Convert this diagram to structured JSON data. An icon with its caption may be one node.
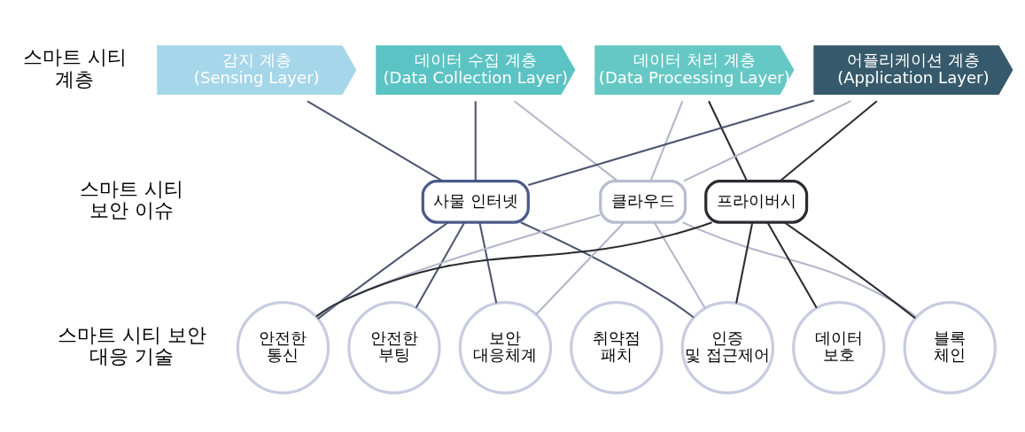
{
  "diagram": {
    "nodes": [
      {
        "text": [
          "감지 계층",
          "(Sensing Layer)"
        ]
      },
      {
        "text": [
          "데이터 수집 계층",
          "(Data Collection Layer)"
        ]
      },
      {
        "text": [
          "데이터 처리 계층",
          "(Data Processing Layer)"
        ]
      },
      {
        "text": [
          "어플리케이션 계층",
          "(Application Layer)"
        ]
      },
      {
        "text": [
          "사물 인터넷"
        ]
      },
      {
        "text": [
          "클라우드"
        ]
      },
      {
        "text": [
          "프라이버시"
        ]
      },
      {
        "text": [
          "안전한 통신"
        ]
      },
      {
        "text": [
          "안전한 부팅"
        ]
      },
      {
        "text": [
          "보안 대응체계"
        ]
      },
      {
        "text": [
          "취약점 패치"
        ]
      },
      {
        "text": [
          "인증 및 접근제어"
        ]
      },
      {
        "text": [
          "데이터 보호"
        ]
      },
      {
        "text": [
          "블록 체인"
        ]
      }
    ],
    "edges": [
      {
        "from": 0,
        "to": 4,
        "arrow": "none"
      },
      {
        "from": 1,
        "to": 4,
        "arrow": "none"
      },
      {
        "from": 1,
        "to": 5,
        "arrow": "none",
        "color": "#b3b6c8"
      },
      {
        "from": 2,
        "to": 5,
        "arrow": "none",
        "color": "#b3b6c8"
      },
      {
        "from": 2,
        "to": 6,
        "arrow": "none",
        "color": "#2b2b33"
      },
      {
        "from": 3,
        "to": 4,
        "arrow": "none"
      },
      {
        "from": 3,
        "to": 5,
        "arrow": "none",
        "color": "#b3b6c8"
      },
      {
        "from": 3,
        "to": 6,
        "arrow": "none",
        "color": "#2b2b33"
      },
      {
        "from": 4,
        "to": 7,
        "arrow": "none"
      },
      {
        "from": 4,
        "to": 8,
        "arrow": "none"
      },
      {
        "from": 4,
        "to": 9,
        "arrow": "none"
      },
      {
        "from": 4,
        "to": 11,
        "arrow": "none"
      },
      {
        "from": 5,
        "to": 7,
        "arrow": "none",
        "color": "#b3b6c8"
      },
      {
        "from": 5,
        "to": 9,
        "arrow": "none",
        "color": "#b3b6c8"
      },
      {
        "from": 5,
        "to": 11,
        "arrow": "none",
        "color": "#b3b6c8"
      },
      {
        "from": 5,
        "to": 13,
        "arrow": "none",
        "color": "#b3b6c8"
      },
      {
        "from": 6,
        "to": 7,
        "arrow": "none",
        "color": "#2b2b33"
      },
      {
        "from": 6,
        "to": 11,
        "arrow": "none",
        "color": "#2b2b33"
      },
      {
        "from": 6,
        "to": 12,
        "arrow": "none",
        "color": "#2b2b33"
      },
      {
        "from": 6,
        "to": 13,
        "arrow": "none",
        "color": "#2b2b33"
      }
    ],
    "labels": [
      "스마트 시티 계층",
      "스마트 시티 보안 이슈",
      "스마트 시티 보안 대응 기술"
    ]
  }
}
